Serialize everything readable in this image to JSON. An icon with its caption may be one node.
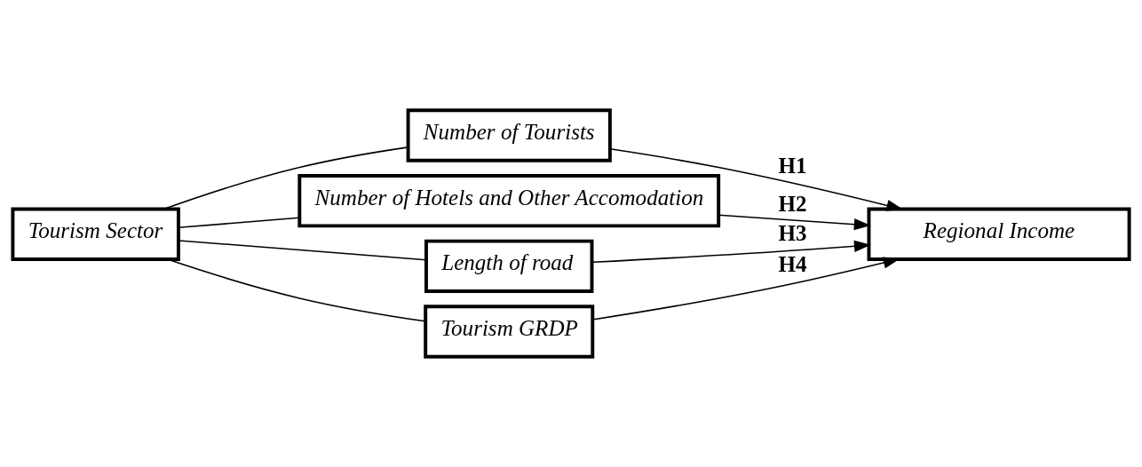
{
  "diagram": {
    "nodes": [
      {
        "text": [
          "Tourism Sector"
        ]
      },
      {
        "text": [
          "Number of Tourists"
        ]
      },
      {
        "text": [
          "Number of Hotels and Other Accomodation"
        ]
      },
      {
        "text": [
          "Length of road"
        ]
      },
      {
        "text": [
          "Tourism GRDP"
        ]
      },
      {
        "text": [
          "Regional Income"
        ]
      }
    ],
    "edges": [
      {
        "from": 0,
        "to": 1,
        "arrow": "none"
      },
      {
        "from": 0,
        "to": 2,
        "arrow": "none"
      },
      {
        "from": 0,
        "to": 3,
        "arrow": "none"
      },
      {
        "from": 0,
        "to": 4,
        "arrow": "none"
      },
      {
        "from": 1,
        "to": 5,
        "arrow": "to",
        "label": "H1"
      },
      {
        "from": 2,
        "to": 5,
        "arrow": "to",
        "label": "H2"
      },
      {
        "from": 3,
        "to": 5,
        "arrow": "to",
        "label": "H3"
      },
      {
        "from": 4,
        "to": 5,
        "arrow": "to",
        "label": "H4"
      }
    ]
  }
}
